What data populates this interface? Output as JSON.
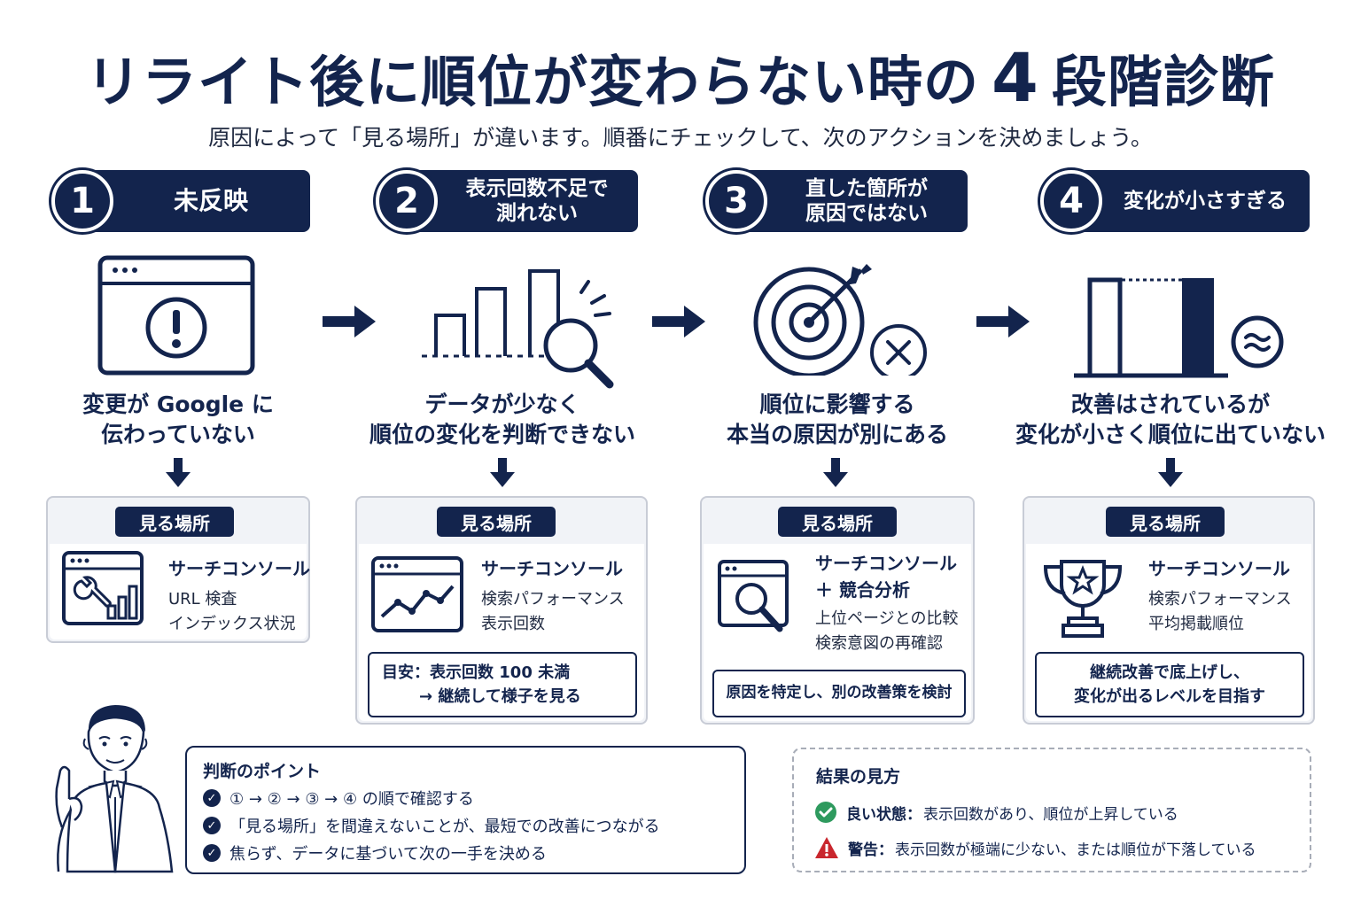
{
  "header": {
    "title_prefix": "リライト後に順位が変わらない時の",
    "title_number": "4",
    "title_suffix": "段階診断",
    "subtitle": "原因によって「見る場所」が違います。順番にチェックして、次のアクションを決めましょう。"
  },
  "stages": [
    {
      "number": "1",
      "label": "未反映",
      "desc": [
        "変更が Google に",
        "伝わっていない"
      ],
      "panel_badge": "見る場所",
      "panel_title": [
        "サーチコンソール"
      ],
      "panel_lines": [
        "URL 検査",
        "インデックス状況"
      ],
      "icon": "browser-alert-icon",
      "panel_icon": "browser-tools-icon"
    },
    {
      "number": "2",
      "label": [
        "表示回数不足で",
        "測れない"
      ],
      "desc": [
        "データが少なく",
        "順位の変化を判断できない"
      ],
      "panel_badge": "見る場所",
      "panel_title": [
        "サーチコンソール"
      ],
      "panel_lines": [
        "検索パフォーマンス",
        "表示回数"
      ],
      "note": [
        "目安：表示回数 100 未満",
        "→ 継続して様子を見る"
      ],
      "icon": "bar-chart-magnifier-icon",
      "panel_icon": "browser-line-chart-icon"
    },
    {
      "number": "3",
      "label": [
        "直した箇所が",
        "原因ではない"
      ],
      "desc": [
        "順位に影響する",
        "本当の原因が別にある"
      ],
      "panel_badge": "見る場所",
      "panel_title": [
        "サーチコンソール",
        "＋ 競合分析"
      ],
      "panel_lines": [
        "上位ページとの比較",
        "検索意図の再確認"
      ],
      "note": [
        "原因を特定し、別の改善策を検討"
      ],
      "icon": "target-miss-icon",
      "panel_icon": "browser-search-icon"
    },
    {
      "number": "4",
      "label": "変化が小さすぎる",
      "desc": [
        "改善はされているが",
        "変化が小さく順位に出ていない"
      ],
      "panel_badge": "見る場所",
      "panel_title": [
        "サーチコンソール"
      ],
      "panel_lines": [
        "検索パフォーマンス",
        "平均掲載順位"
      ],
      "note": [
        "継続改善で底上げし、",
        "変化が出るレベルを目指す"
      ],
      "icon": "bars-approx-icon",
      "panel_icon": "trophy-icon"
    }
  ],
  "points": {
    "title": "判断のポイント",
    "items": [
      "① → ② → ③ → ④ の順で確認する",
      "「見る場所」を間違えないことが、最短での改善につながる",
      "焦らず、データに基づいて次の一手を決める"
    ]
  },
  "result": {
    "title": "結果の見方",
    "good_label": "良い状態：",
    "good_text": "表示回数があり、順位が上昇している",
    "warn_label": "警告：",
    "warn_text": "表示回数が極端に少ない、または順位が下落している"
  },
  "colors": {
    "navy": "#13244d",
    "good": "#2e9a5e",
    "warn": "#c9262d"
  }
}
